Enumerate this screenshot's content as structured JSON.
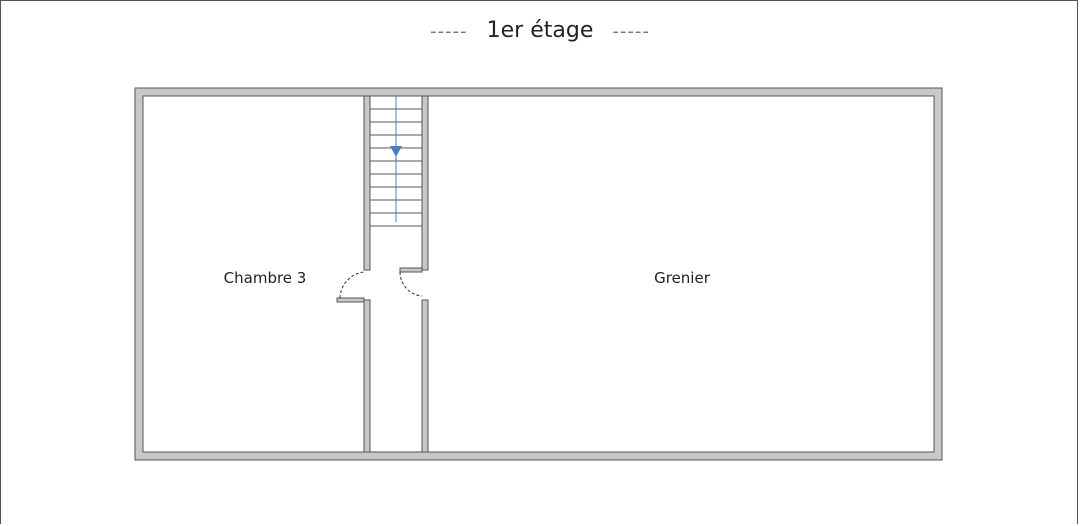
{
  "title": {
    "dash_left": "-----",
    "text": "1er étage",
    "dash_right": "-----"
  },
  "rooms": {
    "room_left": "Chambre 3",
    "room_right": "Grenier"
  },
  "colors": {
    "wall_fill": "#c8c8c8",
    "wall_stroke": "#555555",
    "stair_arrow": "#4a7fc1",
    "background": "#ffffff"
  },
  "icons": {
    "stairs": "stairs-down-icon",
    "door_left": "door-swing-icon",
    "door_right": "door-swing-icon"
  }
}
